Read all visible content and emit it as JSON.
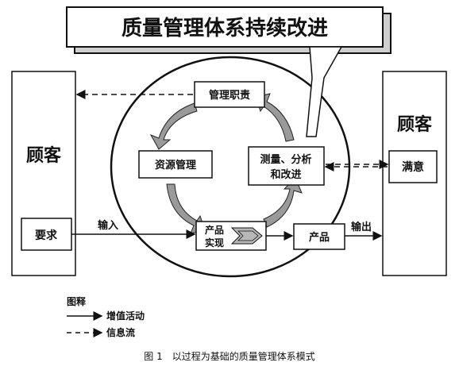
{
  "title": "质量管理体系持续改进",
  "customer_left": {
    "label": "顾客",
    "requirement": "要求"
  },
  "customer_right": {
    "label": "顾客",
    "satisfaction": "满意"
  },
  "cycle": {
    "responsibility": "管理职责",
    "resources": "资源管理",
    "measurement_line1": "测量、分析",
    "measurement_line2": "和改进",
    "realization_line1": "产品",
    "realization_line2": "实现"
  },
  "product": "产品",
  "input_label": "输入",
  "output_label": "输出",
  "legend": {
    "heading": "图释",
    "value_activity": "增值活动",
    "info_flow": "信息流"
  },
  "caption": "图 1　以过程为基础的质量管理体系模式"
}
